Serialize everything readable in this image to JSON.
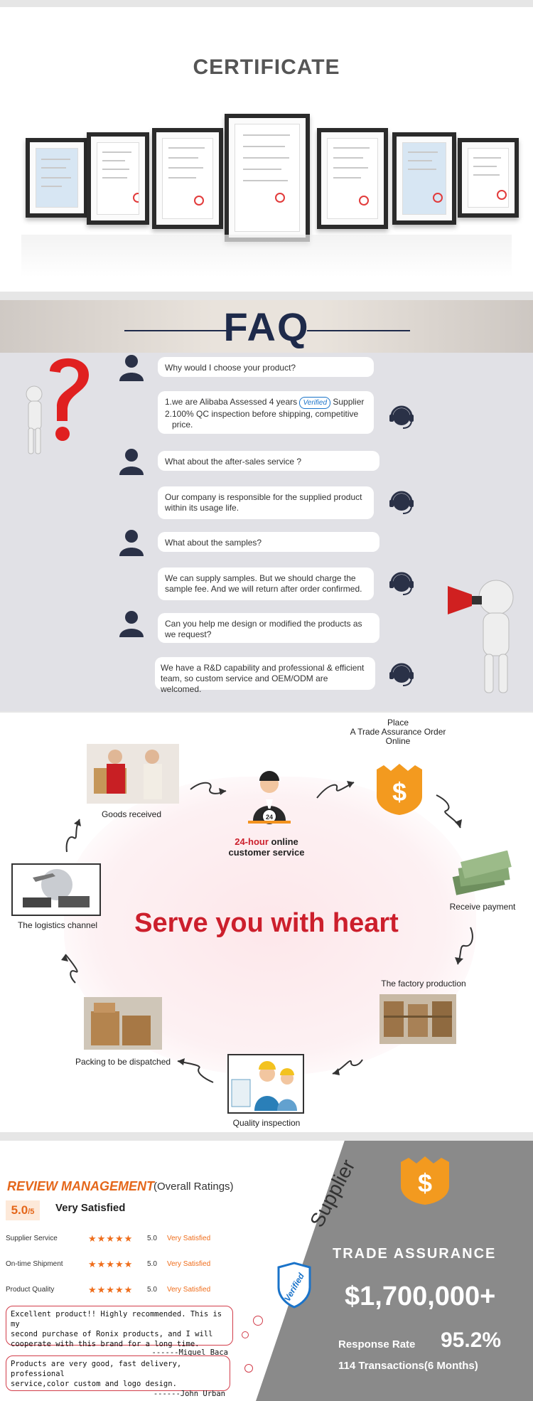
{
  "certificate": {
    "title": "CERTIFICATE"
  },
  "faq": {
    "title": "FAQ",
    "items": [
      {
        "q": "Why would I choose your product?",
        "a_line1": "1.we are Alibaba Assessed 4 years",
        "a_badge": "Verified",
        "a_badge_after": "Supplier",
        "a_line2": "2.100% QC inspection before shipping, competitive",
        "a_line3": "price."
      },
      {
        "q": "What about the after-sales service ?",
        "a": "Our company is responsible for the supplied product within its usage life."
      },
      {
        "q": "What about the samples?",
        "a": "We can supply samples. But we should charge the sample fee. And we will return after order confirmed."
      },
      {
        "q": "Can you help me design or modified the products as we request?",
        "a": "We have a R&D capability and professional & efficient team, so custom service and OEM/ODM are welcomed."
      }
    ]
  },
  "service": {
    "slogan": "Serve you with heart",
    "center_badge": "24",
    "center_label_highlight": "24-hour",
    "center_label_rest": " online",
    "center_label_line2": "customer service",
    "place_order_line1": "Place",
    "place_order_line2": "A Trade Assurance Order",
    "place_order_line3": "Online",
    "steps": {
      "goods_received": "Goods received",
      "receive_payment": "Receive payment",
      "factory_production": "The factory production",
      "quality_inspection": "Quality inspection",
      "packing": "Packing to be dispatched",
      "logistics": "The logistics channel"
    }
  },
  "review": {
    "title": "REVIEW MANAGEMENT",
    "subtitle": "(Overall Ratings)",
    "score": "5.0",
    "score_suffix": "/5",
    "overall_label": "Very Satisfied",
    "rows": [
      {
        "name": "Supplier Service",
        "stars": "★★★★★",
        "score": "5.0",
        "label": "Very Satisfied"
      },
      {
        "name": "On-time Shipment",
        "stars": "★★★★★",
        "score": "5.0",
        "label": "Very Satisfied"
      },
      {
        "name": "Product Quality",
        "stars": "★★★★★",
        "score": "5.0",
        "label": "Very Satisfied"
      }
    ],
    "comments": [
      {
        "l1": "Excellent product!! Highly recommended. This is my",
        "l2": "second purchase of Ronix products, and I will",
        "l3": "cooperate with this brand for a long time.",
        "who": "------Miguel Baca"
      },
      {
        "l1": "Products are very good, fast delivery, professional",
        "l2": "service,color custom and logo design.",
        "who": "------John Urban"
      }
    ],
    "badge_word": "Supplier",
    "badge_verified": "Verified",
    "trade_assurance": "TRADE ASSURANCE",
    "amount": "$1,700,000+",
    "response_label": "Response Rate",
    "response_rate": "95.2%",
    "transactions": "114 Transactions(6 Months)",
    "dollar": "$"
  },
  "colors": {
    "accent_red": "#cc1f2c",
    "accent_orange": "#e4671b",
    "navy": "#1e2a4a"
  }
}
